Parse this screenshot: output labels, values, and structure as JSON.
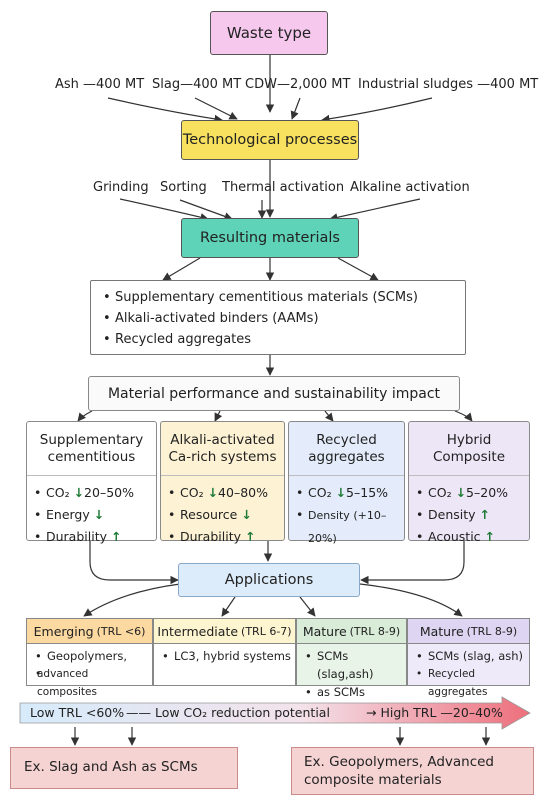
{
  "waste": {
    "title": "Waste type",
    "items": [
      "Ash —400 MT",
      "Slag—400 MT",
      "CDW—2,000 MT",
      "Industrial sludges —400 MT"
    ]
  },
  "processes": {
    "title": "Technological processes",
    "items": [
      "Grinding",
      "Sorting",
      "Thermal activation",
      "Alkaline activation"
    ]
  },
  "resulting": {
    "title": "Resulting materials",
    "items": [
      "Supplementary cementitious materials (SCMs)",
      "Alkali-activated binders (AAMs)",
      "Recycled aggregates"
    ]
  },
  "impact": {
    "title": "Material performance and sustainability impact"
  },
  "categories": [
    {
      "title_l1": "Supplementary",
      "title_l2": "cementitious",
      "co2_label": "CO₂",
      "co2_arrow": "↓",
      "co2_value": "20–50%",
      "m2_label": "Energy",
      "m2_arrow": "↓",
      "m3_label": "Durability",
      "m3_arrow": "↑"
    },
    {
      "title_l1": "Alkali-activated",
      "title_l2": "Ca-rich systems",
      "co2_label": "CO₂",
      "co2_arrow": "↓",
      "co2_value": "40–80%",
      "m2_label": "Resource",
      "m2_arrow": "↓",
      "m3_label": "Durability",
      "m3_arrow": "↑"
    },
    {
      "title_l1": "Recycled",
      "title_l2": "aggregates",
      "co2_label": "CO₂",
      "co2_arrow": "↓",
      "co2_value": "5–15%",
      "m2_label": "Density (+10–20%)"
    },
    {
      "title_l1": "Hybrid",
      "title_l2": "Composite",
      "co2_label": "CO₂",
      "co2_arrow": "↓",
      "co2_value": "5–20%",
      "m2_label": "Density",
      "m2_arrow": "↑",
      "m3_label": "Acoustic",
      "m3_arrow": "↑"
    }
  ],
  "applications": {
    "title": "Applications"
  },
  "trl": [
    {
      "stage": "Emerging",
      "range": "(TRL <6)",
      "l1": "Geopolymers,",
      "l2": "advanced composites"
    },
    {
      "stage": "Intermediate",
      "range": "(TRL 6-7)",
      "l1": "LC3, hybrid systems"
    },
    {
      "stage": "Mature",
      "range": "(TRL 8-9)",
      "l1": "SCMs (slag,ash)",
      "l2": "as SCMs"
    },
    {
      "stage": "Mature",
      "range": "(TRL 8-9)",
      "l1": "SCMs (slag, ash)",
      "l2": "Recycled aggregates"
    }
  ],
  "scale": {
    "low": "Low TRL <60%",
    "middle": "—— Low CO₂ reduction potential",
    "high": "→ High TRL —20–40%"
  },
  "examples": {
    "left": "Ex. Slag and Ash as SCMs",
    "right_l1": "Ex. Geopolymers, Advanced",
    "right_l2": "composite materials"
  },
  "colors": {
    "waste": "#f6c8ee",
    "processes": "#f7e15e",
    "resulting": "#5fd3b8",
    "cat1": "#ffffff",
    "cat2": "#fdf2d4",
    "cat3": "#e4ecfb",
    "cat4": "#ece6f7",
    "applications": "#dcecfa",
    "example": "#f6d3d3",
    "arrow": "#ee6f7c"
  }
}
